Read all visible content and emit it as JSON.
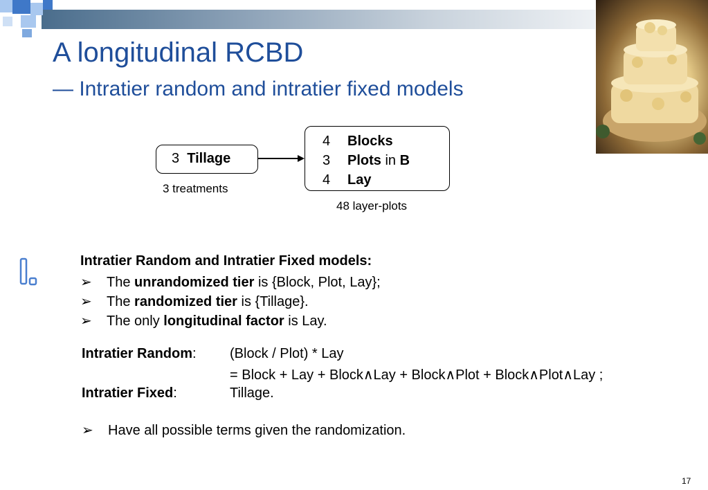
{
  "slide": {
    "title": "A longitudinal RCBD",
    "subtitle": "— Intratier random and intratier fixed models",
    "page_number": "17"
  },
  "colors": {
    "title": "#1f4e9a",
    "decor_square_dark": "#3f78c8",
    "decor_square_light": "#a9c8ef"
  },
  "icons": {
    "bullet": "arrowhead-bullet-icon",
    "section_marker": "letter-i-marker-icon"
  },
  "diagram": {
    "tillage_box": {
      "count": "3",
      "label": "Tillage"
    },
    "tillage_caption": "3 treatments",
    "unit_box": [
      {
        "count": "4",
        "label": "Blocks",
        "suffix": "",
        "extra": ""
      },
      {
        "count": "3",
        "label": "Plots",
        "suffix": " in ",
        "extra": "B"
      },
      {
        "count": "4",
        "label": "Lay",
        "suffix": "",
        "extra": ""
      }
    ],
    "unit_caption": "48 layer-plots"
  },
  "models": {
    "heading": "Intratier Random and Intratier Fixed models:",
    "bullets": [
      {
        "pre": "The ",
        "bold": "unrandomized tier",
        "post": " is {Block, Plot, Lay};"
      },
      {
        "pre": "The ",
        "bold": "randomized tier",
        "post": " is {Tillage}."
      },
      {
        "pre": "The only ",
        "bold": "longitudinal factor",
        "post": " is Lay."
      }
    ],
    "random_label": "Intratier Random",
    "random_colon": ":",
    "random_formula_1": "(Block / Plot) * Lay",
    "random_formula_2": "= Block + Lay + Block∧Lay + Block∧Plot + Block∧Plot∧Lay ;",
    "fixed_label": "Intratier Fixed",
    "fixed_colon": ":",
    "fixed_formula": "Tillage.",
    "final_bullet": "Have all possible terms given the randomization."
  }
}
